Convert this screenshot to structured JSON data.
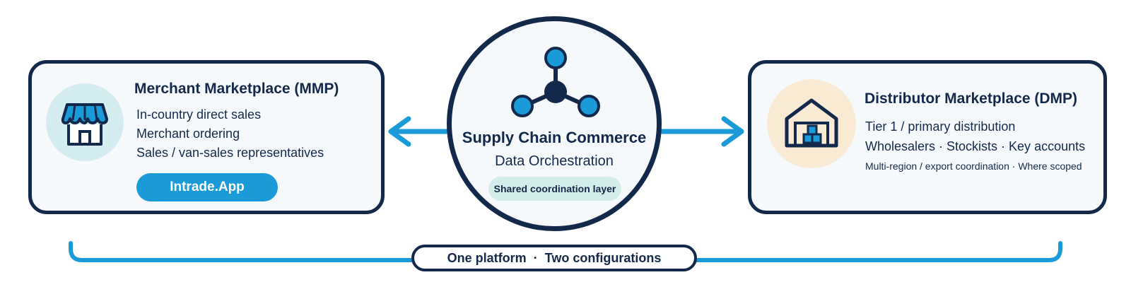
{
  "colors": {
    "navy": "#13294b",
    "accent_blue": "#1b9ad8",
    "left_icon_bg": "#d4ecf0",
    "right_icon_bg": "#f8ead3",
    "badge_bg": "#d3eeea"
  },
  "left_card": {
    "icon": "storefront-icon",
    "title": "Merchant Marketplace (MMP)",
    "lines": [
      "In-country direct sales",
      "Merchant ordering",
      "Sales / van-sales representatives"
    ],
    "button_label": "Intrade.App"
  },
  "center": {
    "icon": "network-hub-icon",
    "title": "Supply Chain Commerce",
    "subtitle": "Data Orchestration",
    "badge": "Shared coordination layer"
  },
  "right_card": {
    "icon": "warehouse-icon",
    "title": "Distributor Marketplace (DMP)",
    "lines": [
      "Tier 1 / primary distribution",
      "Wholesalers · Stockists · Key accounts",
      "Multi-region / export coordination · Where scoped"
    ]
  },
  "bottom": {
    "part1": "One platform",
    "separator": "·",
    "part2": "Two configurations"
  }
}
